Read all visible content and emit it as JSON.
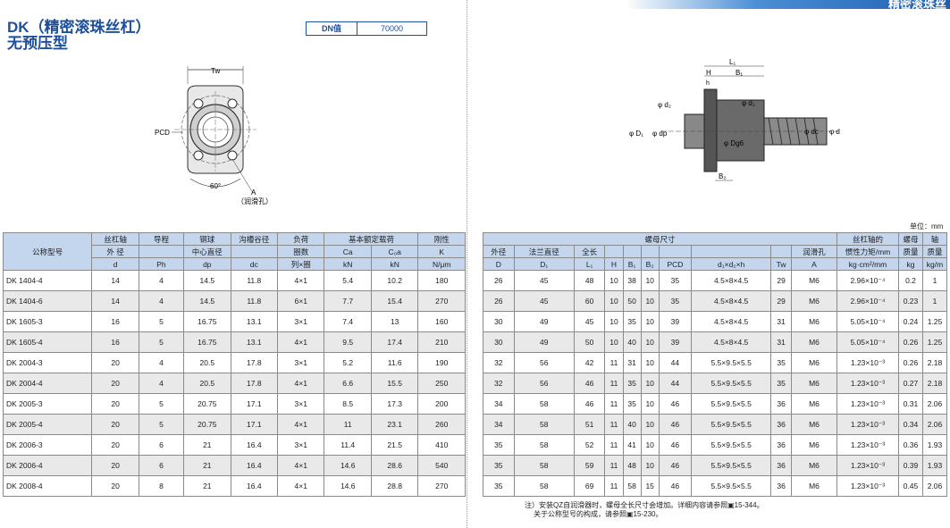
{
  "header": {
    "title_line1": "DK（精密滚珠丝杠）",
    "title_line2": "无预压型",
    "dn_label": "DN值",
    "dn_value": "70000",
    "banner_text": "精密滚珠丝"
  },
  "drawing_left": {
    "tw": "Tw",
    "pcd": "PCD",
    "angle": "60°",
    "a": "A",
    "lube": "（润滑孔）"
  },
  "drawing_right": {
    "l1": "L₁",
    "h": "H",
    "b1": "B₁",
    "h_small": "h",
    "d2": "φ d₂",
    "d1": "φ d₁",
    "D1": "φ D₁",
    "dp": "φ dp",
    "dg6": "φ Dg6",
    "dc": "φ dc",
    "d": "φ d",
    "b2": "B₂"
  },
  "unit_text": "单位：mm",
  "left_table": {
    "headers": [
      [
        "公称型号",
        "丝杠轴",
        "导程",
        "钢球",
        "沟槽谷径",
        "负荷",
        "基本额定载荷",
        "刚性"
      ],
      [
        "",
        "外 径",
        "",
        "中心直径",
        "",
        "圈数",
        "Ca",
        "C₀a",
        "K"
      ],
      [
        "",
        "d",
        "Ph",
        "dp",
        "dc",
        "列×圈",
        "kN",
        "kN",
        "N/μm"
      ]
    ],
    "rows": [
      [
        "DK 1404-4",
        "14",
        "4",
        "14.5",
        "11.8",
        "4×1",
        "5.4",
        "10.2",
        "180"
      ],
      [
        "DK 1404-6",
        "14",
        "4",
        "14.5",
        "11.8",
        "6×1",
        "7.7",
        "15.4",
        "270"
      ],
      [
        "DK 1605-3",
        "16",
        "5",
        "16.75",
        "13.1",
        "3×1",
        "7.4",
        "13",
        "160"
      ],
      [
        "DK 1605-4",
        "16",
        "5",
        "16.75",
        "13.1",
        "4×1",
        "9.5",
        "17.4",
        "210"
      ],
      [
        "DK 2004-3",
        "20",
        "4",
        "20.5",
        "17.8",
        "3×1",
        "5.2",
        "11.6",
        "190"
      ],
      [
        "DK 2004-4",
        "20",
        "4",
        "20.5",
        "17.8",
        "4×1",
        "6.6",
        "15.5",
        "250"
      ],
      [
        "DK 2005-3",
        "20",
        "5",
        "20.75",
        "17.1",
        "3×1",
        "8.5",
        "17.3",
        "200"
      ],
      [
        "DK 2005-4",
        "20",
        "5",
        "20.75",
        "17.1",
        "4×1",
        "11",
        "23.1",
        "260"
      ],
      [
        "DK 2006-3",
        "20",
        "6",
        "21",
        "16.4",
        "3×1",
        "11.4",
        "21.5",
        "410"
      ],
      [
        "DK 2006-4",
        "20",
        "6",
        "21",
        "16.4",
        "4×1",
        "14.6",
        "28.6",
        "540"
      ],
      [
        "DK 2008-4",
        "20",
        "8",
        "21",
        "16.4",
        "4×1",
        "14.6",
        "28.8",
        "270"
      ]
    ]
  },
  "right_table": {
    "group_nut": "螺母尺寸",
    "group_inertia": "丝杠轴的",
    "group_nut_mass": "螺母",
    "group_shaft": "轴",
    "sub_headers": [
      "外径",
      "法兰直径",
      "全长",
      "",
      "",
      "",
      "",
      "",
      "",
      "润滑孔",
      "惯性力矩/mm",
      "质量",
      "质量"
    ],
    "sym_headers": [
      "D",
      "D₁",
      "L₁",
      "H",
      "B₁",
      "B₂",
      "PCD",
      "d₁×d₂×h",
      "Tw",
      "A",
      "kg·cm²/mm",
      "kg",
      "kg/m"
    ],
    "rows": [
      [
        "26",
        "45",
        "48",
        "10",
        "38",
        "10",
        "35",
        "4.5×8×4.5",
        "29",
        "M6",
        "2.96×10⁻⁴",
        "0.2",
        "1"
      ],
      [
        "26",
        "45",
        "60",
        "10",
        "50",
        "10",
        "35",
        "4.5×8×4.5",
        "29",
        "M6",
        "2.96×10⁻⁴",
        "0.23",
        "1"
      ],
      [
        "30",
        "49",
        "45",
        "10",
        "35",
        "10",
        "39",
        "4.5×8×4.5",
        "31",
        "M6",
        "5.05×10⁻⁴",
        "0.24",
        "1.25"
      ],
      [
        "30",
        "49",
        "50",
        "10",
        "40",
        "10",
        "39",
        "4.5×8×4.5",
        "31",
        "M6",
        "5.05×10⁻⁴",
        "0.26",
        "1.25"
      ],
      [
        "32",
        "56",
        "42",
        "11",
        "31",
        "10",
        "44",
        "5.5×9.5×5.5",
        "35",
        "M6",
        "1.23×10⁻³",
        "0.26",
        "2.18"
      ],
      [
        "32",
        "56",
        "46",
        "11",
        "35",
        "10",
        "44",
        "5.5×9.5×5.5",
        "35",
        "M6",
        "1.23×10⁻³",
        "0.27",
        "2.18"
      ],
      [
        "34",
        "58",
        "46",
        "11",
        "35",
        "10",
        "46",
        "5.5×9.5×5.5",
        "36",
        "M6",
        "1.23×10⁻³",
        "0.31",
        "2.06"
      ],
      [
        "34",
        "58",
        "51",
        "11",
        "40",
        "10",
        "46",
        "5.5×9.5×5.5",
        "36",
        "M6",
        "1.23×10⁻³",
        "0.34",
        "2.06"
      ],
      [
        "35",
        "58",
        "52",
        "11",
        "41",
        "10",
        "46",
        "5.5×9.5×5.5",
        "36",
        "M6",
        "1.23×10⁻³",
        "0.36",
        "1.93"
      ],
      [
        "35",
        "58",
        "59",
        "11",
        "48",
        "10",
        "46",
        "5.5×9.5×5.5",
        "36",
        "M6",
        "1.23×10⁻³",
        "0.39",
        "1.93"
      ],
      [
        "35",
        "58",
        "69",
        "11",
        "58",
        "15",
        "46",
        "5.5×9.5×5.5",
        "36",
        "M6",
        "1.23×10⁻³",
        "0.45",
        "2.06"
      ]
    ]
  },
  "notes": {
    "line1": "注）安装QZ自润滑器时，螺母全长尺寸会增加。详细内容请参照▣15-344。",
    "line2": "关于公称型号的构成，请参照▣15-230。"
  }
}
